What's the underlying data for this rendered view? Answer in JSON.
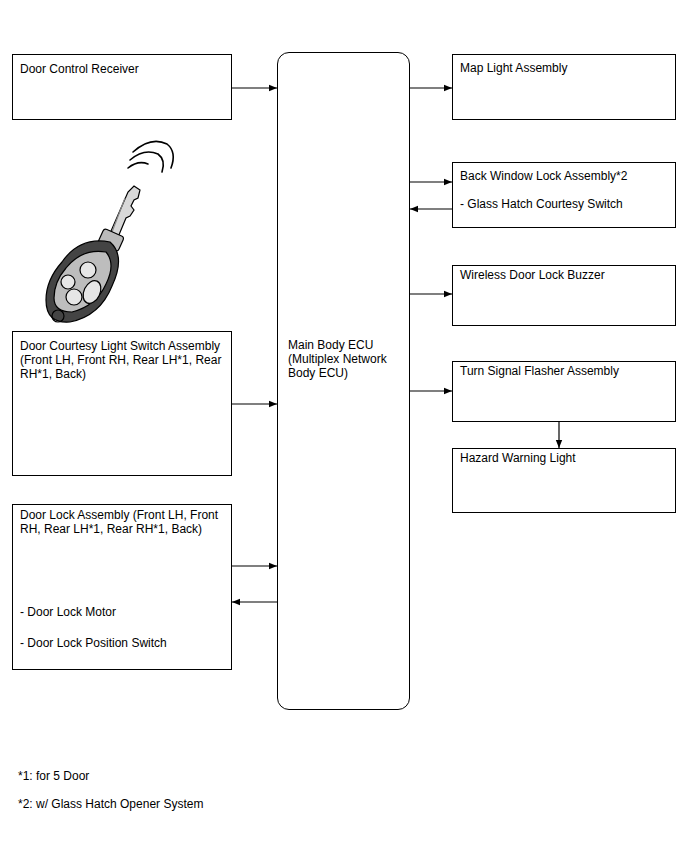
{
  "diagram": {
    "nodes": [
      {
        "text": [
          "Door Control Receiver"
        ]
      },
      {
        "text": [
          "Main Body ECU (Multiplex Network Body ECU)"
        ]
      },
      {
        "text": [
          "Map Light Assembly"
        ]
      },
      {
        "text": [
          "Back Window Lock Assembly*2",
          "- Glass Hatch Courtesy Switch"
        ]
      },
      {
        "text": [
          "Wireless Door Lock Buzzer"
        ]
      },
      {
        "text": [
          "Door Courtesy Light Switch Assembly (Front LH, Front RH, Rear LH*1, Rear RH*1, Back)"
        ]
      },
      {
        "text": [
          "Turn Signal Flasher Assembly"
        ]
      },
      {
        "text": [
          "Hazard Warning Light"
        ]
      },
      {
        "text": [
          "Door Lock Assembly (Front LH, Front RH, Rear LH*1, Rear RH*1, Back)",
          "- Door Lock Motor",
          "- Door Lock Position Switch"
        ]
      }
    ],
    "edges": [
      {
        "from": 0,
        "to": 1,
        "arrow": "to"
      },
      {
        "from": 1,
        "to": 2,
        "arrow": "to"
      },
      {
        "from": 1,
        "to": 3,
        "arrow": "to"
      },
      {
        "from": 3,
        "to": 1,
        "arrow": "to"
      },
      {
        "from": 1,
        "to": 4,
        "arrow": "to"
      },
      {
        "from": 1,
        "to": 6,
        "arrow": "to"
      },
      {
        "from": 6,
        "to": 7,
        "arrow": "to"
      },
      {
        "from": 5,
        "to": 1,
        "arrow": "to"
      },
      {
        "from": 8,
        "to": 1,
        "arrow": "to"
      },
      {
        "from": 1,
        "to": 8,
        "arrow": "to"
      }
    ],
    "labels": [
      "*1: for 5 Door",
      "*2: w/ Glass Hatch Opener System"
    ]
  }
}
